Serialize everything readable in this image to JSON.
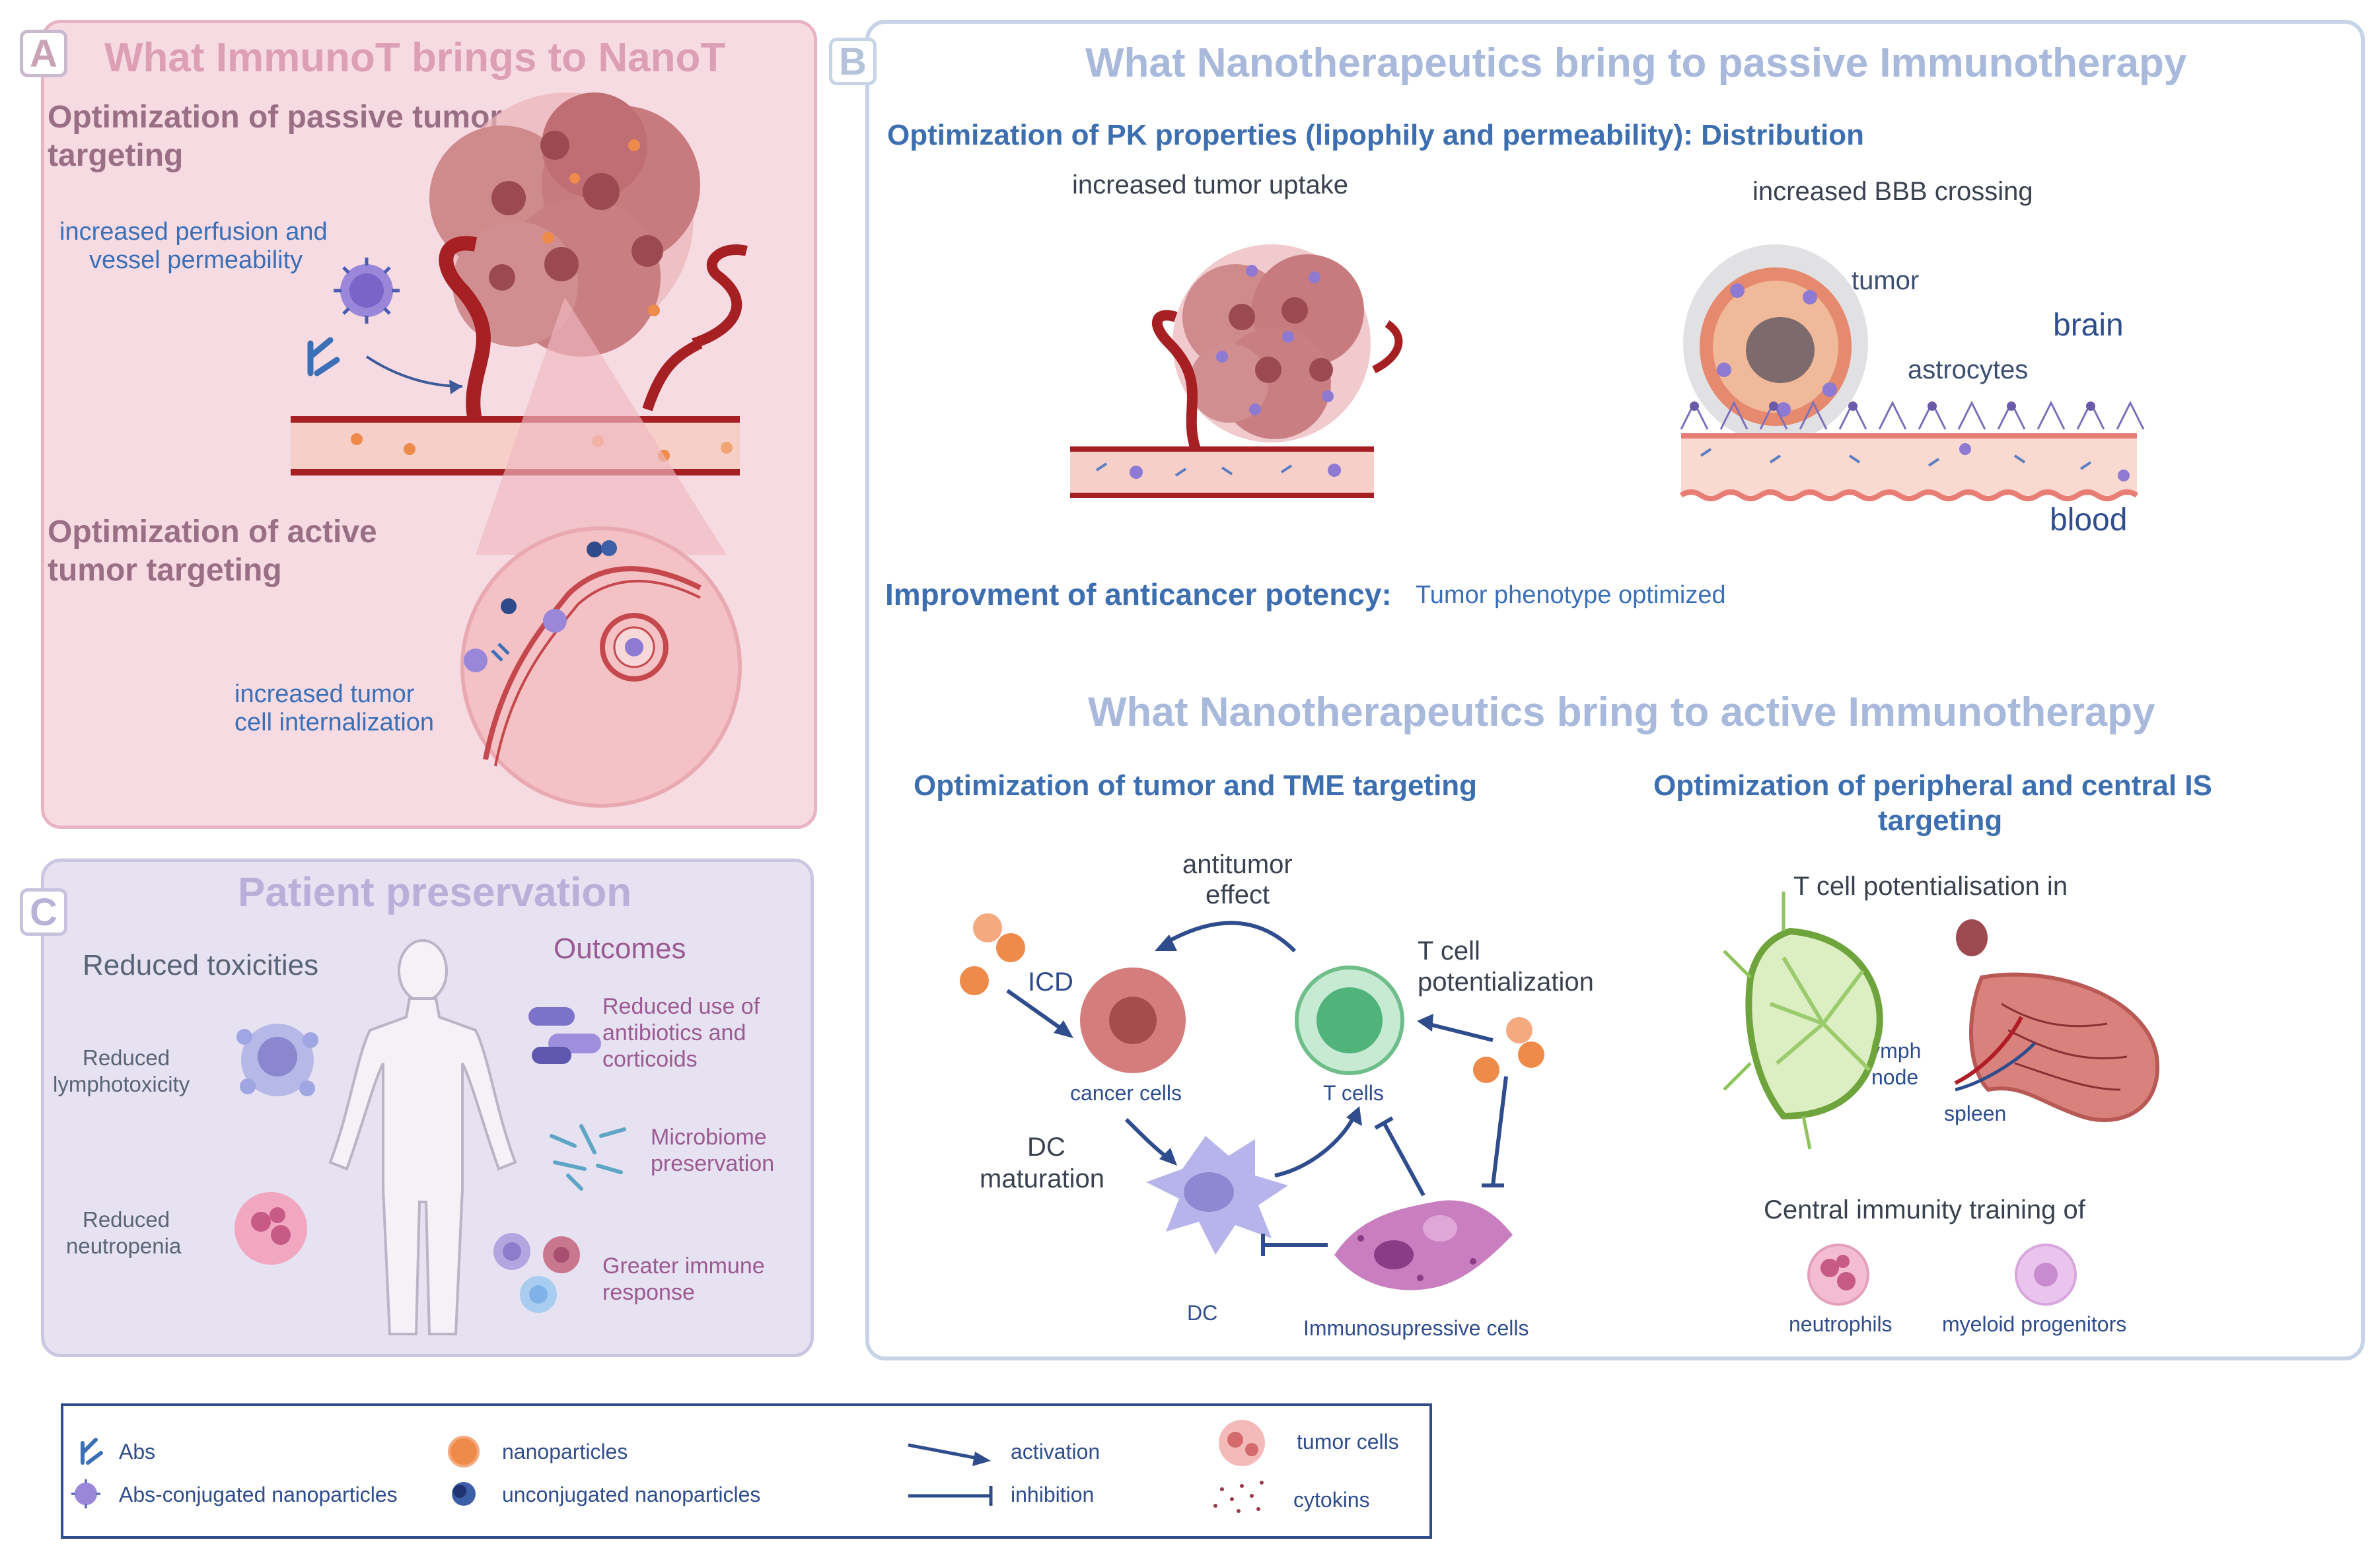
{
  "panel_a": {
    "letter": "A",
    "title": "What ImmunoT brings to NanoT",
    "passive_heading_1": "Optimization of passive tumor",
    "passive_heading_2": "targeting",
    "perfusion_1": "increased perfusion and",
    "perfusion_2": "vessel permeability",
    "active_heading_1": "Optimization of active",
    "active_heading_2": "tumor targeting",
    "internalization_1": "increased tumor",
    "internalization_2": "cell internalization"
  },
  "panel_b": {
    "letter": "B",
    "title_passive": "What Nanotherapeutics bring to passive Immunotherapy",
    "pk_heading": "Optimization of PK properties (lipophily and permeability): Distribution",
    "tumor_uptake": "increased tumor uptake",
    "bbb": "increased BBB crossing",
    "tumor": "tumor",
    "brain": "brain",
    "astrocytes": "astrocytes",
    "blood": "blood",
    "potency_bold": "Improvment of anticancer potency:",
    "potency_rest": "Tumor phenotype optimized",
    "title_active": "What Nanotherapeutics bring to active Immunotherapy",
    "tme_heading": "Optimization of tumor and TME targeting",
    "is_heading_1": "Optimization of peripheral and central IS",
    "is_heading_2": "targeting",
    "antitumor_1": "antitumor",
    "antitumor_2": "effect",
    "icd": "ICD",
    "t_cell_pot_1": "T cell",
    "t_cell_pot_2": "potentialization",
    "cancer_cells": "cancer cells",
    "t_cells": "T cells",
    "dc_maturation_1": "DC",
    "dc_maturation_2": "maturation",
    "dc": "DC",
    "immunosuppressive": "Immunosupressive cells",
    "t_cell_potentialisation": "T cell potentialisation in",
    "lymph_1": "lymph",
    "lymph_2": "node",
    "spleen": "spleen",
    "central_training": "Central immunity training of",
    "neutrophils": "neutrophils",
    "myeloid": "myeloid progenitors"
  },
  "panel_c": {
    "letter": "C",
    "title": "Patient preservation",
    "reduced_toxicities": "Reduced toxicities",
    "outcomes": "Outcomes",
    "lympho_1": "Reduced",
    "lympho_2": "lymphotoxicity",
    "neutro_1": "Reduced",
    "neutro_2": "neutropenia",
    "abx_1": "Reduced use of",
    "abx_2": "antibiotics and",
    "abx_3": "corticoids",
    "micro_1": "Microbiome",
    "micro_2": "preservation",
    "immune_1": "Greater immune",
    "immune_2": "response"
  },
  "legend": {
    "abs": "Abs",
    "abs_conj": "Abs-conjugated nanoparticles",
    "nanoparticles": "nanoparticles",
    "unconjugated": "unconjugated nanoparticles",
    "activation": "activation",
    "inhibition": "inhibition",
    "tumor_cells": "tumor cells",
    "cytokins": "cytokins"
  },
  "colors": {
    "panel_a_bg": "#f7dbe3",
    "panel_c_bg": "#e6e2f1",
    "accent_blue": "#3d6fb0",
    "tumor_red": "#b85a5e",
    "vessel_red": "#a51f23",
    "nanoparticle_orange": "#ee8a4a"
  }
}
